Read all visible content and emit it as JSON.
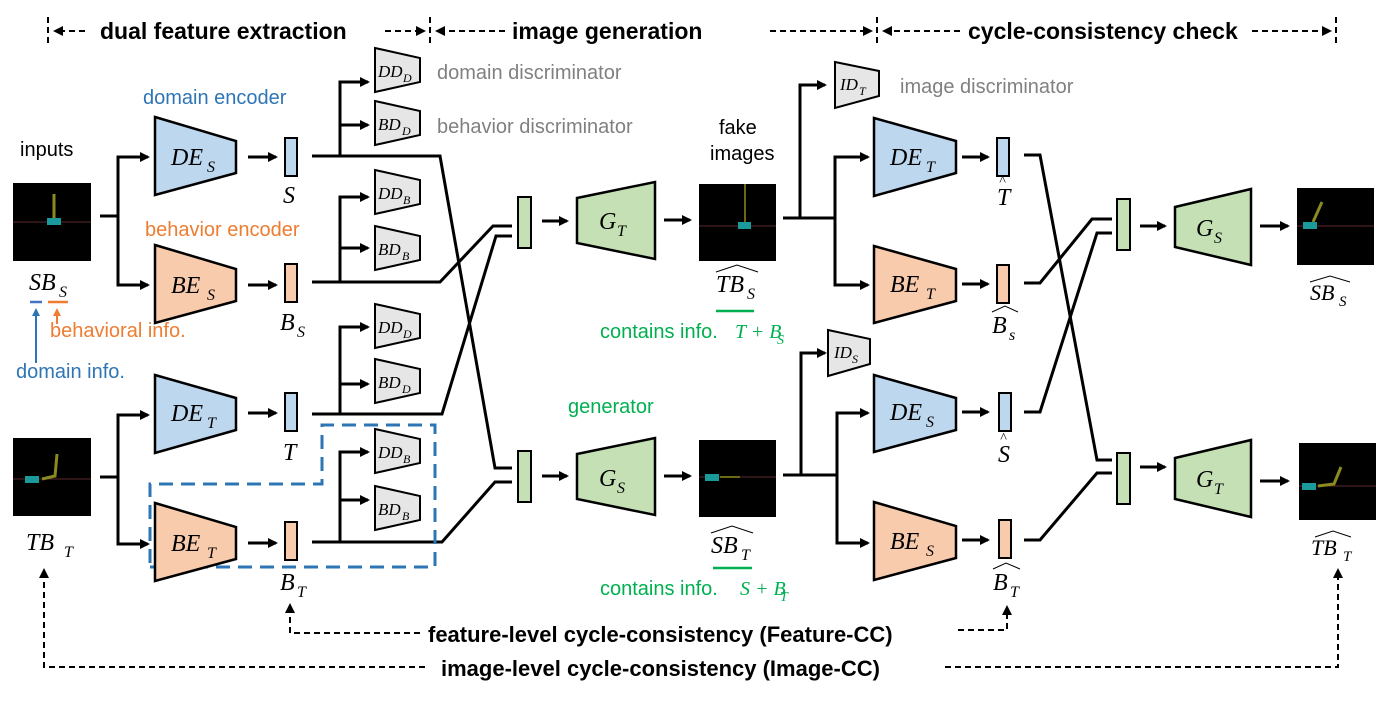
{
  "sections": {
    "dual_feature_extraction": "dual feature extraction",
    "image_generation": "image generation",
    "cycle_consistency_check": "cycle-consistency check"
  },
  "annotations": {
    "inputs": "inputs",
    "domain_encoder": "domain encoder",
    "behavior_encoder": "behavior encoder",
    "domain_discriminator": "domain discriminator",
    "behavior_discriminator": "behavior discriminator",
    "image_discriminator": "image discriminator",
    "fake_images_line1": "fake",
    "fake_images_line2": "images",
    "generator": "generator",
    "behavioral_info": "behavioral info.",
    "domain_info": "domain info.",
    "contains_T_BS_prefix": "contains info.",
    "contains_T_BS_math": "T + B",
    "contains_T_BS_sub": "S",
    "contains_S_BT_prefix": "contains info.",
    "contains_S_BT_math": "S + B",
    "contains_S_BT_sub": "T",
    "feature_cc": "feature-level cycle-consistency (Feature-CC)",
    "image_cc": "image-level cycle-consistency (Image-CC)"
  },
  "images": {
    "input_source": {
      "main": "SB",
      "sub": "S"
    },
    "input_target": {
      "main": "TB",
      "sub": "T"
    },
    "fake_TBs": {
      "main": "TB",
      "sub": "S"
    },
    "fake_SBt": {
      "main": "SB",
      "sub": "T"
    },
    "recon_SBs": {
      "main": "SB",
      "sub": "S"
    },
    "recon_TBt": {
      "main": "TB",
      "sub": "T"
    }
  },
  "encoders": {
    "DE_S_1": {
      "main": "DE",
      "sub": "S"
    },
    "BE_S_1": {
      "main": "BE",
      "sub": "S"
    },
    "DE_T_1": {
      "main": "DE",
      "sub": "T"
    },
    "BE_T_1": {
      "main": "BE",
      "sub": "T"
    },
    "DE_T_2": {
      "main": "DE",
      "sub": "T"
    },
    "BE_T_2": {
      "main": "BE",
      "sub": "T"
    },
    "DE_S_2": {
      "main": "DE",
      "sub": "S"
    },
    "BE_S_2": {
      "main": "BE",
      "sub": "S"
    }
  },
  "generators": {
    "G_T_1": {
      "main": "G",
      "sub": "T"
    },
    "G_S_1": {
      "main": "G",
      "sub": "S"
    },
    "G_S_2": {
      "main": "G",
      "sub": "S"
    },
    "G_T_2": {
      "main": "G",
      "sub": "T"
    }
  },
  "discriminators": {
    "DD_D_1": {
      "main": "DD",
      "sub": "D"
    },
    "BD_D_1": {
      "main": "BD",
      "sub": "D"
    },
    "DD_B_1": {
      "main": "DD",
      "sub": "B"
    },
    "BD_B_1": {
      "main": "BD",
      "sub": "B"
    },
    "DD_D_2": {
      "main": "DD",
      "sub": "D"
    },
    "BD_D_2": {
      "main": "BD",
      "sub": "D"
    },
    "DD_B_2": {
      "main": "DD",
      "sub": "B"
    },
    "BD_B_2": {
      "main": "BD",
      "sub": "B"
    },
    "ID_T": {
      "main": "ID",
      "sub": "T"
    },
    "ID_S": {
      "main": "ID",
      "sub": "S"
    }
  },
  "features": {
    "S": {
      "main": "S",
      "sub": ""
    },
    "B_S": {
      "main": "B",
      "sub": "S"
    },
    "T": {
      "main": "T",
      "sub": ""
    },
    "B_T": {
      "main": "B",
      "sub": "T"
    },
    "T_hat": {
      "main": "T",
      "sub": ""
    },
    "B_s_hat": {
      "main": "B",
      "sub": "s"
    },
    "S_hat": {
      "main": "S",
      "sub": ""
    },
    "B_T_hat": {
      "main": "B",
      "sub": "T"
    }
  },
  "colors": {
    "domain_blue": "#bdd7ee",
    "behavior_orange": "#f8cbad",
    "generator_green": "#c5e0b4",
    "discriminator_gray": "#e7e6e6",
    "domain_text": "#2e75b6",
    "behavior_text": "#ed7d31",
    "generator_text": "#00b050",
    "discriminator_text": "#808080",
    "highlight_box": "#2e75b6"
  }
}
